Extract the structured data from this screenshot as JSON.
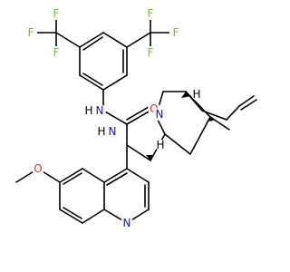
{
  "molecule": {
    "atom_labels": {
      "cf3_left_f_top": "F",
      "cf3_left_f_left": "F",
      "cf3_left_f_bottom": "F",
      "cf3_right_f_top": "F",
      "cf3_right_f_right": "F",
      "cf3_right_f_bottom": "F",
      "urea_nh_1": "H",
      "urea_n_1": "N",
      "urea_o": "O",
      "urea_nh_2": "H",
      "urea_n_2": "N",
      "quinuclidine_n": "N",
      "stereo_h_upper": "H",
      "stereo_h_lower": "H",
      "methoxy_o": "O",
      "quinoline_n": "N"
    },
    "colors": {
      "bond": "#000000",
      "fluorine": "#7cb342",
      "nitrogen": "#1a1aa6",
      "oxygen": "#d32f2f",
      "hydrogen": "#000000"
    }
  }
}
